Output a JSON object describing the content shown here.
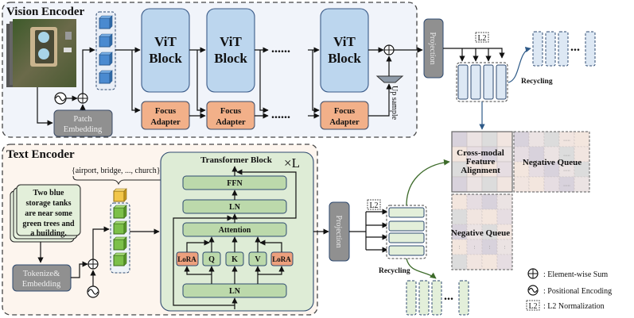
{
  "vision_encoder": {
    "title": "Vision Encoder",
    "vit_blocks": [
      {
        "line1": "ViT",
        "line2": "Block"
      },
      {
        "line1": "ViT",
        "line2": "Block"
      },
      {
        "line1": "ViT",
        "line2": "Block"
      }
    ],
    "focus_adapters": [
      {
        "line1": "Focus",
        "line2": "Adapter"
      },
      {
        "line1": "Focus",
        "line2": "Adapter"
      },
      {
        "line1": "Focus",
        "line2": "Adapter"
      }
    ],
    "patch_embedding": {
      "line1": "Patch",
      "line2": "Embedding"
    },
    "upsample_label": "Up sample",
    "ellipsis": "......",
    "projection_label": "Projection",
    "l2_label": "L2",
    "recycling_label": "Recycling",
    "queue_ellipsis": "..."
  },
  "text_encoder": {
    "title": "Text Encoder",
    "caption_lines": [
      "Two blue",
      "storage tanks",
      "are near some",
      "green trees and",
      "a building."
    ],
    "class_set": "{airport, bridge, ..., church}",
    "tokenize": {
      "line1": "Tokenize&",
      "line2": "Embedding"
    },
    "transformer": {
      "title": "Transformer Block",
      "repeat": "×L",
      "ffn": "FFN",
      "ln_top": "LN",
      "attention": "Attention",
      "lora_left": "LoRA",
      "q": "Q",
      "k": "K",
      "v": "V",
      "lora_right": "LoRA",
      "ln_bottom": "LN"
    },
    "projection_label": "Projection",
    "l2_label": "L2",
    "recycling_label": "Recycling",
    "queue_ellipsis": "..."
  },
  "alignment": {
    "cross_modal_lines": [
      "Cross-modal",
      "Feature",
      "Alignment"
    ],
    "negative_queue_right": "Negative Queue",
    "negative_queue_bottom": "Negative Queue",
    "cell_ellipsis": "....."
  },
  "legend": [
    {
      "symbol": "element-wise-sum",
      "label": ": Element-wise Sum"
    },
    {
      "symbol": "positional-encoding",
      "label": ": Positional Encoding"
    },
    {
      "symbol": "l2-normalization",
      "symbol_text": "L2",
      "label": ": L2 Normalization"
    }
  ],
  "colors": {
    "vision_bg": "#f1f4fa",
    "text_bg": "#fdf5ee",
    "vit_fill": "#bcd6ee",
    "focus_fill": "#f2b089",
    "gray_box": "#8f8f8f",
    "transformer_fill": "#deecd6",
    "inner_box": "#bcd9ab",
    "lora_fill": "#eda07d",
    "vis_feat": "#dde8f4",
    "txt_feat": "#e3efda",
    "green_arrow": "#3d6b2a",
    "blue_arrow": "#2e5a88"
  }
}
